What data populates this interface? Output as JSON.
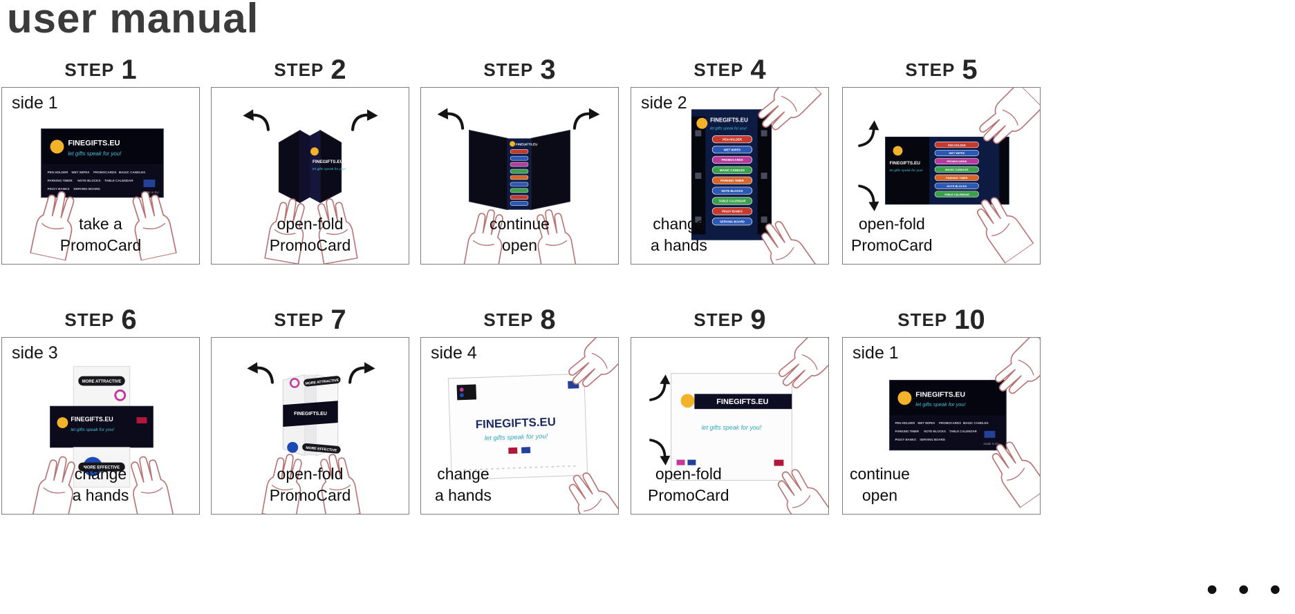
{
  "page": {
    "title": "user manual",
    "dots": "• • •"
  },
  "card": {
    "brand": "FINEGIFTS.EU",
    "tagline": "let gifts speak for you!",
    "made_in": "made in EU",
    "more_attractive": "MORE ATTRACTIVE",
    "more_effective": "MORE EFFECTIVE",
    "products": [
      "PEN HOLDER",
      "WET WIPES",
      "PROMOCARDS",
      "MAGIC CANDLES",
      "PARKING TIMER",
      "NOTE BLOCKS",
      "TABLE CALENDAR",
      "PIGGY BANKS",
      "SERVING BOARD"
    ],
    "bar_colors": [
      "#c63a2e",
      "#2b57b5",
      "#b53a9b",
      "#3aa04a",
      "#d8652a",
      "#2b57b5",
      "#3aa04a",
      "#c63a2e",
      "#2b57b5"
    ]
  },
  "colors": {
    "accent_yellow": "#f2b229",
    "accent_teal": "#3fc3d6",
    "card_dark": "#0b0b1c",
    "card_blue": "#0d1b42",
    "hand_line": "#b87474",
    "eu_blue": "#23419a",
    "brand_red": "#b1173a",
    "brand_magenta": "#c2399a",
    "circle_blue": "#1c49b4"
  },
  "steps": [
    {
      "label": "STEP",
      "number": "1",
      "side": "side 1",
      "caption_line1": "take a",
      "caption_line2": "PromoCard"
    },
    {
      "label": "STEP",
      "number": "2",
      "caption_line1": "open-fold",
      "caption_line2": "PromoCard"
    },
    {
      "label": "STEP",
      "number": "3",
      "caption_line1": "continue",
      "caption_line2": "open"
    },
    {
      "label": "STEP",
      "number": "4",
      "side": "side 2",
      "caption_line1": "change",
      "caption_line2": "a hands"
    },
    {
      "label": "STEP",
      "number": "5",
      "caption_line1": "open-fold",
      "caption_line2": "PromoCard"
    },
    {
      "label": "STEP",
      "number": "6",
      "side": "side 3",
      "caption_line1": "change",
      "caption_line2": "a hands"
    },
    {
      "label": "STEP",
      "number": "7",
      "caption_line1": "open-fold",
      "caption_line2": "PromoCard"
    },
    {
      "label": "STEP",
      "number": "8",
      "side": "side 4",
      "caption_line1": "change",
      "caption_line2": "a hands"
    },
    {
      "label": "STEP",
      "number": "9",
      "caption_line1": "open-fold",
      "caption_line2": "PromoCard"
    },
    {
      "label": "STEP",
      "number": "10",
      "side": "side 1",
      "caption_line1": "continue",
      "caption_line2": "open"
    }
  ]
}
